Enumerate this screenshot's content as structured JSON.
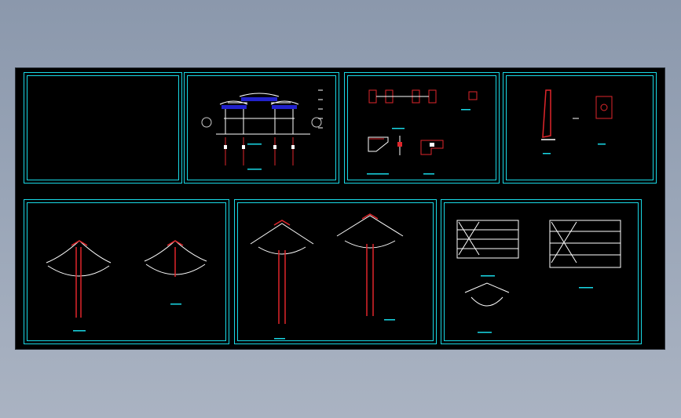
{
  "viewer": {
    "title": "",
    "background_color": "#9aa6b8",
    "canvas_color": "#000000"
  },
  "drawing": {
    "frame_color": "#19d9e6",
    "line_colors": {
      "structure": "#e0262b",
      "outline": "#ffffff",
      "roof_tile": "#2222cc",
      "label": "#19d9e6"
    },
    "sheets": [
      {
        "id": "sheet-1",
        "content": "blank-frame"
      },
      {
        "id": "sheet-2",
        "content": "paifang-front-elevation"
      },
      {
        "id": "sheet-3",
        "content": "joint-details"
      },
      {
        "id": "sheet-4",
        "content": "column-detail"
      },
      {
        "id": "sheet-5",
        "content": "roof-sections-a"
      },
      {
        "id": "sheet-6",
        "content": "roof-sections-b"
      },
      {
        "id": "sheet-7",
        "content": "bracket-plans"
      }
    ]
  }
}
